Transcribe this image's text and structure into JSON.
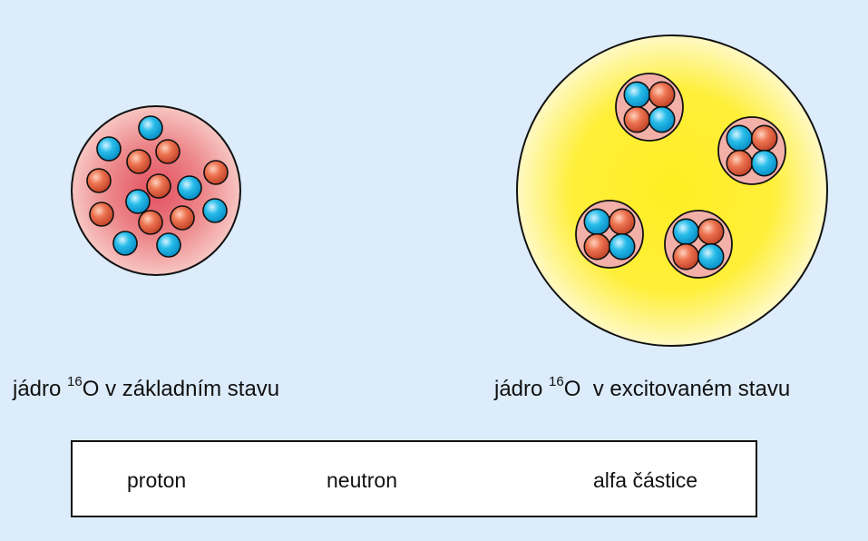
{
  "ground_caption": {
    "prefix": "jádro ",
    "mass_number": "16",
    "element": "O",
    "suffix": " v základním stavu"
  },
  "excited_caption": {
    "prefix": "jádro ",
    "mass_number": "16",
    "element": "O",
    "suffix": "  v excitovaném stavu"
  },
  "legend": {
    "proton": "proton",
    "neutron": "neutron",
    "alpha": "alfa částice"
  },
  "colors": {
    "background": "#dcecfb",
    "proton": "#e8603f",
    "neutron": "#1fb6e8",
    "ground_nucleus": "#f4a5a5",
    "excited_nucleus": "#ffee33",
    "alpha_cluster": "#f3b0a8"
  }
}
